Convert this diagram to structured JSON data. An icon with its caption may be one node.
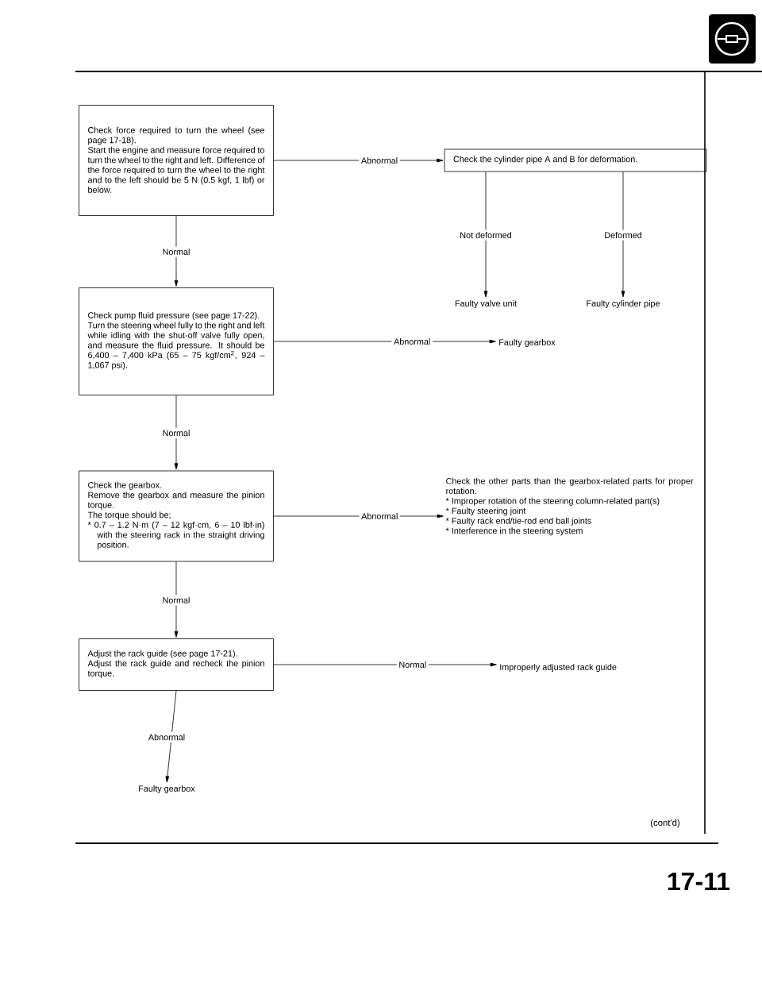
{
  "diagram": {
    "nodes": [
      {
        "text": [
          "Check force required to turn the wheel (see page 17-18).",
          "Start the engine and measure force required to turn the wheel to the right and left. Difference of the force required to turn the wheel to the right and to the left should be 5 N (0.5 kgf, 1 lbf) or below."
        ]
      },
      {
        "text": [
          "Check the cylinder pipe A and B for deformation."
        ]
      },
      {
        "text": [
          "Faulty valve unit"
        ]
      },
      {
        "text": [
          "Faulty cylinder pipe"
        ]
      },
      {
        "text": [
          "Check pump fluid pressure (see page 17-22).",
          "Turn the steering wheel fully to the right and left while idling with the shut-off valve fully open, and measure the fluid pressure. It should be 6,400 – 7,400 kPa (65 – 75 kgf/cm$^{2}$, 924 – 1,067 psi)."
        ]
      },
      {
        "text": [
          "Faulty gearbox"
        ]
      },
      {
        "text": [
          "Check the gearbox.",
          "Remove the gearbox and measure the pinion torque.",
          "The torque should be;",
          "* 0.7 – 1.2 N·m (7 – 12 kgf·cm, 6 – 10 lbf·in) with the steering rack in the straight driving position."
        ]
      },
      {
        "text": [
          "Check the other parts than the gearbox-related parts for proper rotation.",
          "* Improper rotation of the steering column-related part(s)",
          "* Faulty steering joint",
          "* Faulty rack end/tie-rod end ball joints",
          "* Interference in the steering system"
        ]
      },
      {
        "text": [
          "Adjust the rack guide (see page 17-21).",
          "Adjust the rack guide and recheck the pinion torque."
        ]
      },
      {
        "text": [
          "Improperly adjusted rack guide"
        ]
      },
      {
        "text": [
          "Faulty gearbox"
        ]
      }
    ],
    "edges": [
      {
        "from": 0,
        "to": 1,
        "arrow": "to",
        "label": "Abnormal"
      },
      {
        "from": 1,
        "to": 2,
        "arrow": "to",
        "label": "Not deformed"
      },
      {
        "from": 1,
        "to": 3,
        "arrow": "to",
        "label": "Deformed"
      },
      {
        "from": 0,
        "to": 4,
        "arrow": "to",
        "label": "Normal"
      },
      {
        "from": 4,
        "to": 5,
        "arrow": "to",
        "label": "Abnormal"
      },
      {
        "from": 4,
        "to": 6,
        "arrow": "to",
        "label": "Normal"
      },
      {
        "from": 6,
        "to": 7,
        "arrow": "to",
        "label": "Abnormal"
      },
      {
        "from": 6,
        "to": 8,
        "arrow": "to",
        "label": "Normal"
      },
      {
        "from": 8,
        "to": 9,
        "arrow": "to",
        "label": "Normal"
      },
      {
        "from": 8,
        "to": 10,
        "arrow": "to",
        "label": "Abnormal"
      }
    ],
    "labels": [
      "(cont'd)",
      "17-11"
    ]
  }
}
